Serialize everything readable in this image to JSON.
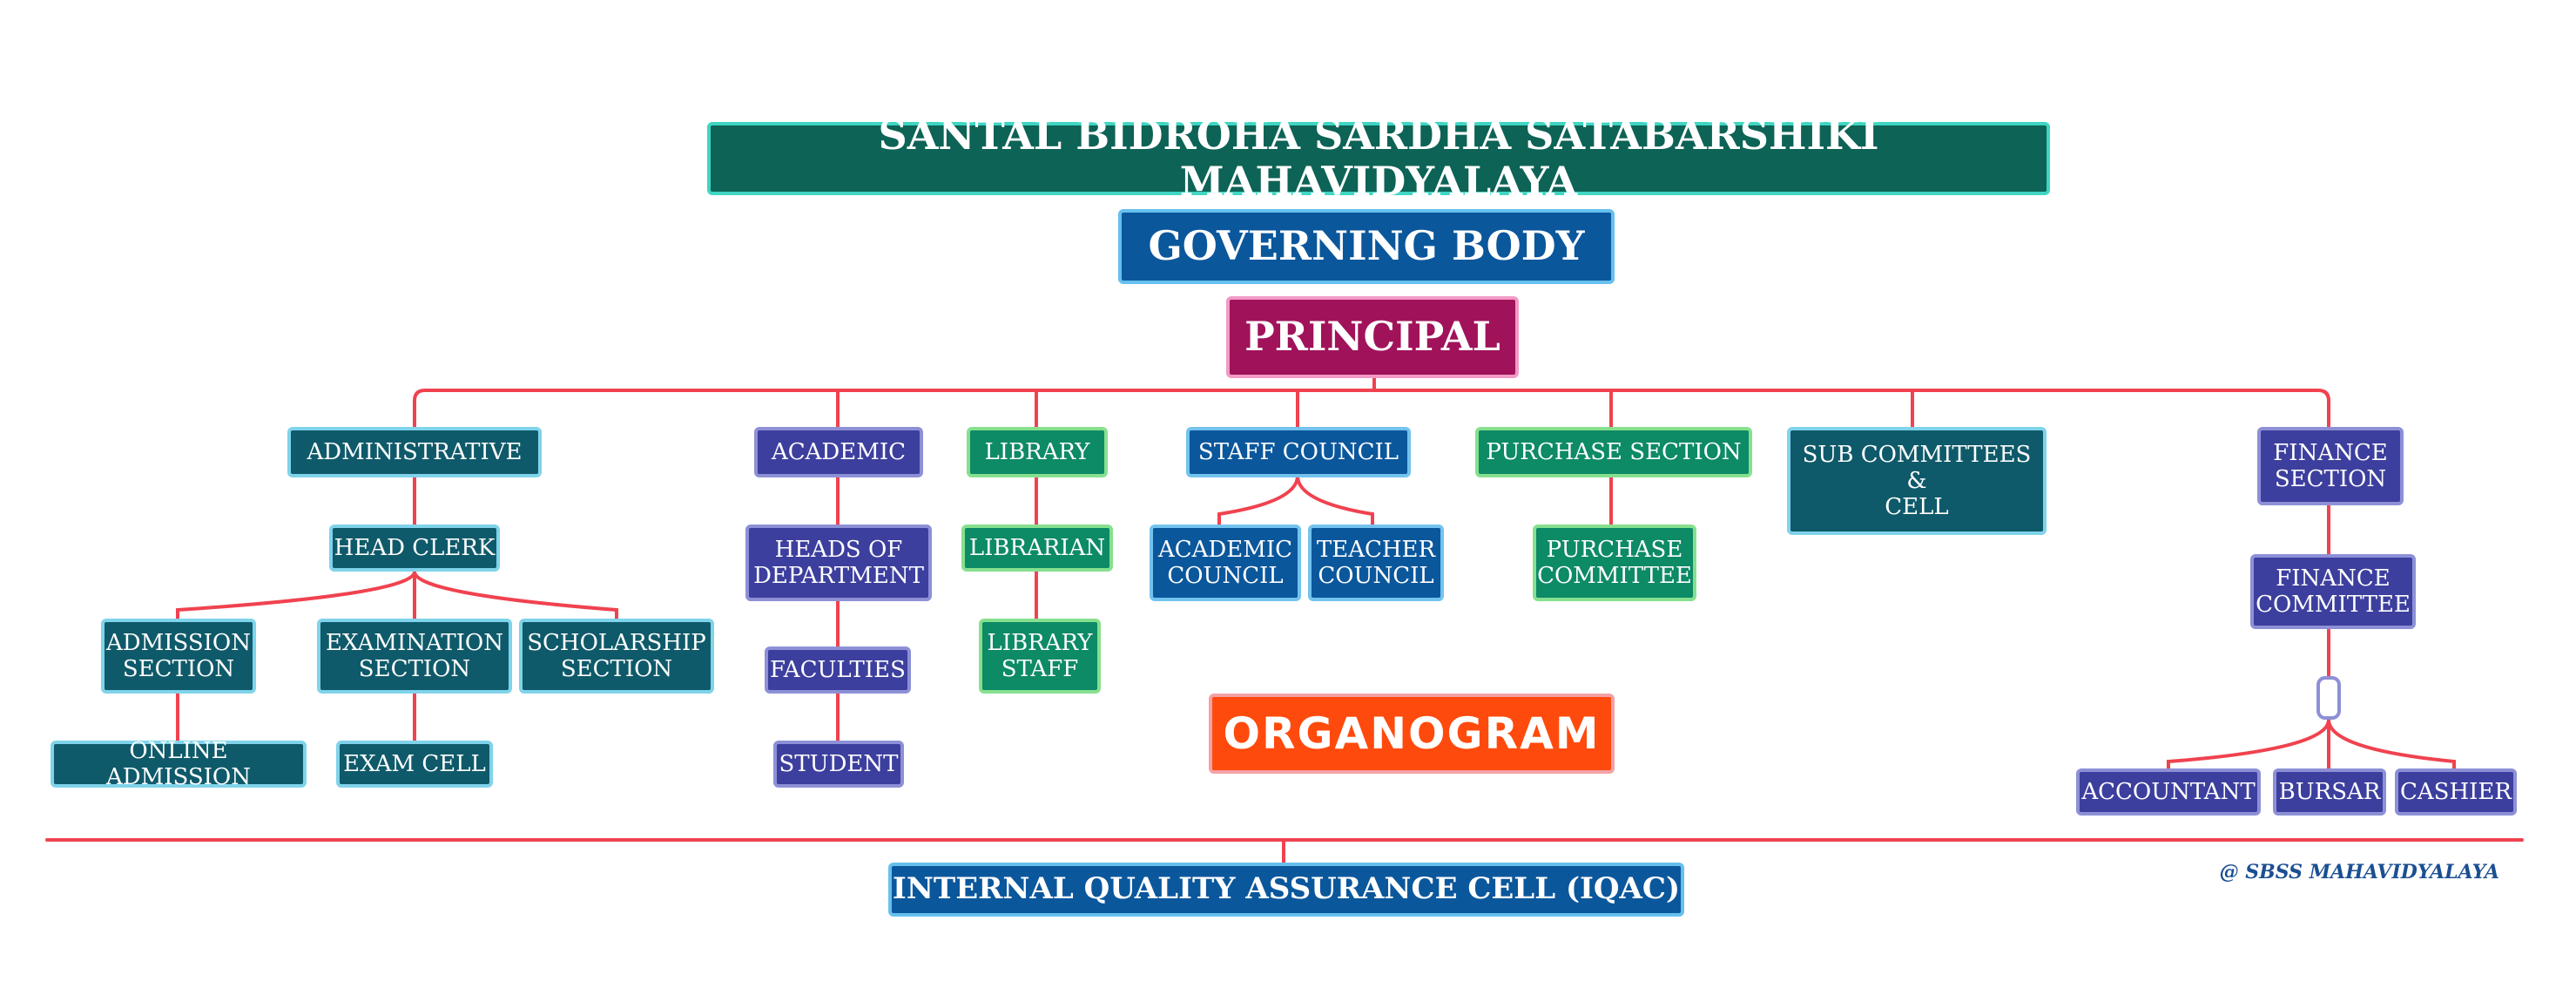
{
  "title": "SANTAL BIDROHA SARDHA SATABARSHIKI MAHAVIDYALAYA",
  "governing_body": "GOVERNING BODY",
  "principal": "PRINCIPAL",
  "branches": {
    "administrative": {
      "label": "ADMINISTRATIVE",
      "head_clerk": "HEAD CLERK",
      "admission_section": "ADMISSION\nSECTION",
      "examination_section": "EXAMINATION\nSECTION",
      "scholarship_section": "SCHOLARSHIP\nSECTION",
      "online_admission": "ONLINE ADMISSION",
      "exam_cell": "EXAM CELL"
    },
    "academic": {
      "label": "ACADEMIC",
      "heads_of_department": "HEADS OF\nDEPARTMENT",
      "faculties": "FACULTIES",
      "student": "STUDENT"
    },
    "library": {
      "label": "LIBRARY",
      "librarian": "LIBRARIAN",
      "library_staff": "LIBRARY\nSTAFF"
    },
    "staff_council": {
      "label": "STAFF COUNCIL",
      "academic_council": "ACADEMIC\nCOUNCIL",
      "teacher_council": "TEACHER\nCOUNCIL"
    },
    "purchase": {
      "label": "PURCHASE SECTION",
      "purchase_committee": "PURCHASE\nCOMMITTEE"
    },
    "sub_committees": {
      "label": "SUB COMMITTEES\n&\nCELL"
    },
    "finance": {
      "label": "FINANCE\nSECTION",
      "finance_committee": "FINANCE\nCOMMITTEE",
      "accountant": "ACCOUNTANT",
      "bursar": "BURSAR",
      "cashier": "CASHIER"
    }
  },
  "organogram": "ORGANOGRAM",
  "iqac": "INTERNAL QUALITY ASSURANCE CELL (IQAC)",
  "credit": "@ SBSS MAHAVIDYALAYA",
  "colors": {
    "line": "#f0424f",
    "teal": "#0f5a6a",
    "purple": "#3d3f9e",
    "green": "#0d8a66",
    "blue": "#0b579c",
    "principal": "#a0125a",
    "organogram": "#ff4a0d"
  }
}
